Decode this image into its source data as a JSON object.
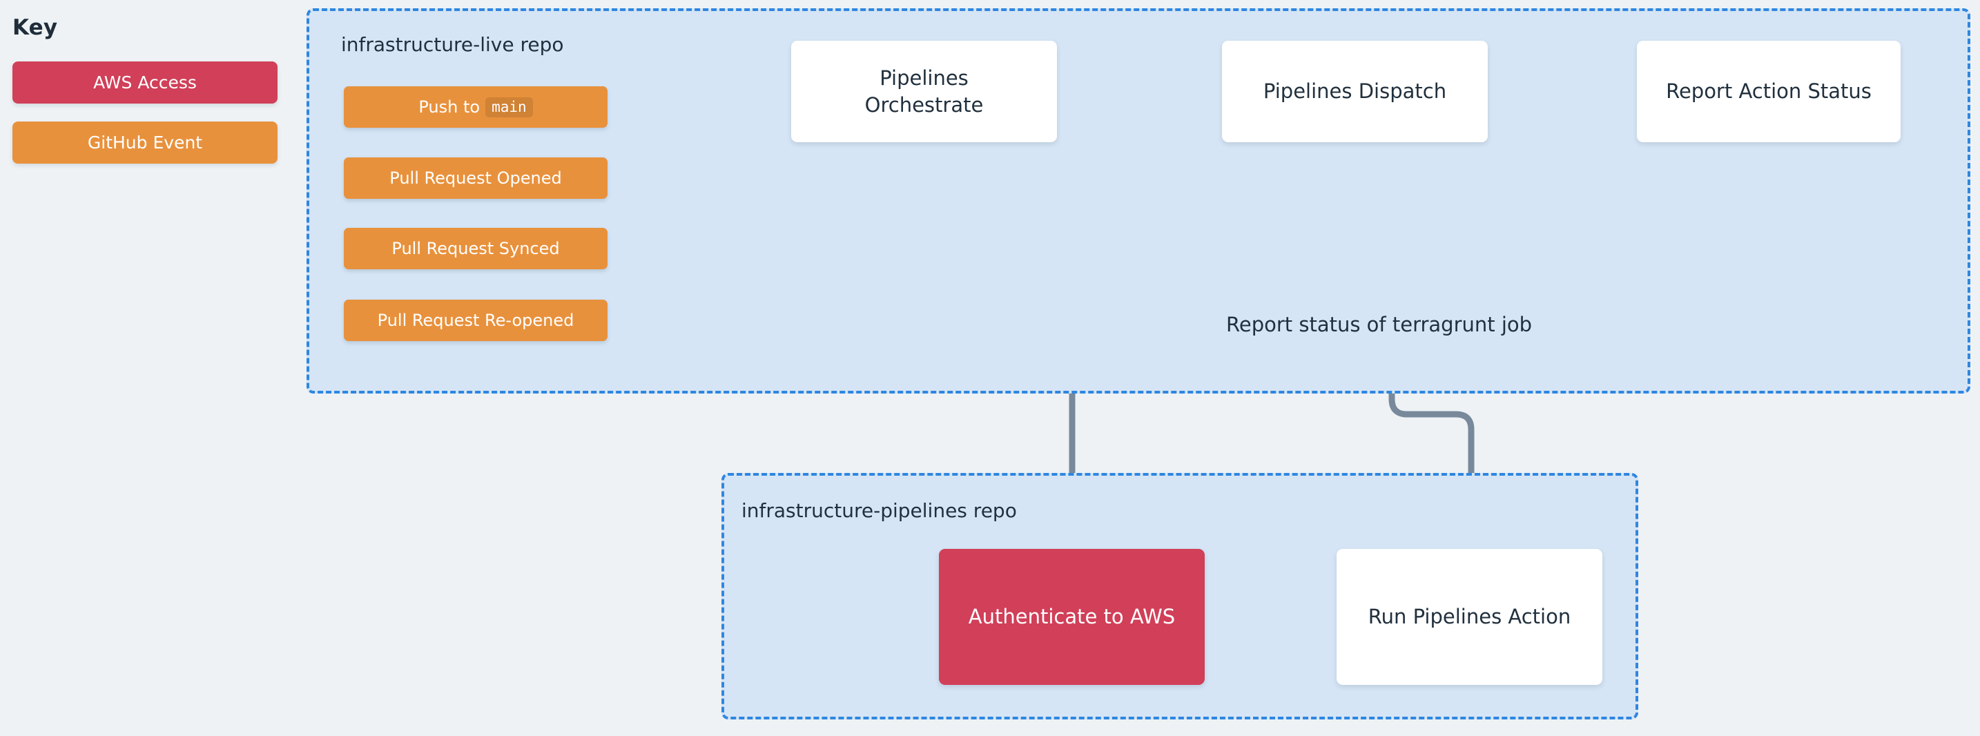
{
  "key": {
    "title": "Key",
    "items": [
      {
        "label": "AWS Access",
        "color": "#d13f58"
      },
      {
        "label": "GitHub Event",
        "color": "#e8913c"
      }
    ]
  },
  "containers": {
    "live": {
      "label": "infrastructure-live repo"
    },
    "pipelines": {
      "label": "infrastructure-pipelines repo"
    }
  },
  "events": [
    {
      "label": "Push to ",
      "code": "main"
    },
    {
      "label": "Pull Request Opened",
      "code": ""
    },
    {
      "label": "Pull Request Synced",
      "code": ""
    },
    {
      "label": "Pull Request Re-opened",
      "code": ""
    }
  ],
  "nodes": {
    "orchestrate": {
      "line1": "Pipelines",
      "line2": "Orchestrate"
    },
    "dispatch": {
      "label": "Pipelines Dispatch"
    },
    "report": {
      "label": "Report Action Status"
    },
    "auth": {
      "label": "Authenticate to AWS"
    },
    "run_action": {
      "label": "Run Pipelines Action"
    }
  },
  "edge_labels": {
    "terragrunt_status": "Report status of terragrunt job"
  },
  "colors": {
    "background": "#eef2f5",
    "container_fill": "#d5e5f5",
    "container_border": "#2f86e0",
    "event": "#e8913c",
    "aws_access": "#d13f58",
    "node_fill": "#ffffff",
    "edge": "#78899b",
    "text": "#21303d"
  }
}
